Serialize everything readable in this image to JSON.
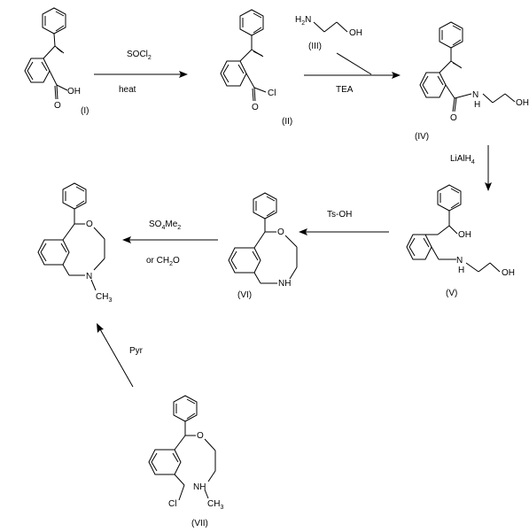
{
  "compounds": {
    "c1": "(I)",
    "c2": "(II)",
    "c3": "(III)",
    "c4": "(IV)",
    "c5": "(V)",
    "c6": "(VI)",
    "c7": "(VII)"
  },
  "reagents": {
    "socl2": "SOCl",
    "socl2_sub": "2",
    "heat": "heat",
    "tea": "TEA",
    "lialh4": "LiAlH",
    "lialh4_sub": "4",
    "tsoh": "Ts-OH",
    "so4me2_a": "SO",
    "so4me2_b": "4",
    "so4me2_c": "Me",
    "so4me2_d": "2",
    "ch2o_a": "or CH",
    "ch2o_b": "2",
    "ch2o_c": "O",
    "pyr": "Pyr"
  },
  "atoms": {
    "o": "O",
    "oh": "OH",
    "cl": "Cl",
    "h2n_a": "H",
    "h2n_b": "2",
    "h2n_c": "N",
    "h": "H",
    "n": "N",
    "nh": "NH",
    "ch3_a": "CH",
    "ch3_b": "3"
  }
}
